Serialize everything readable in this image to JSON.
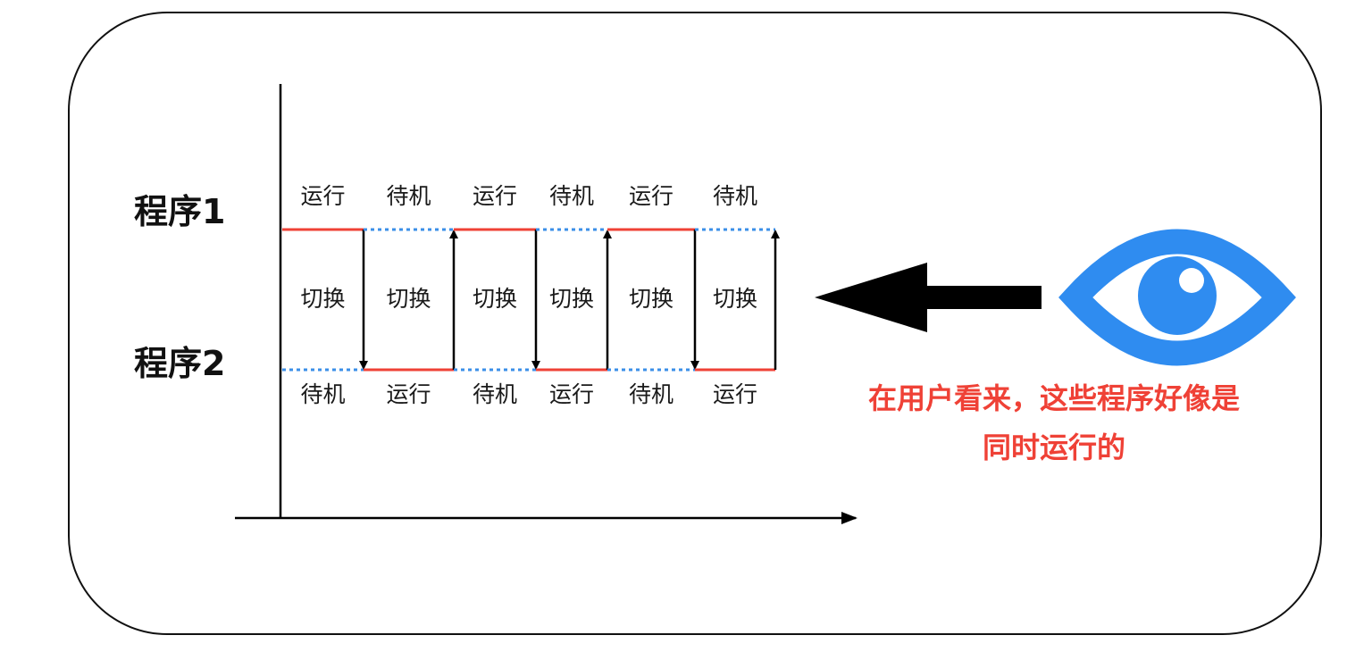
{
  "colors": {
    "run": "#ef4136",
    "idle": "#3b8fe8",
    "eye": "#2f8cf0",
    "caption": "#ef4136",
    "ink": "#000000"
  },
  "icons": {
    "viewer": "eye-icon",
    "pointer": "left-arrow-icon"
  },
  "program_labels": {
    "p1": "程序1",
    "p2": "程序2"
  },
  "timeline": {
    "segments": [
      {
        "p1_state": "运行",
        "p2_state": "待机",
        "switch_label": "切换",
        "switch_direction": "down"
      },
      {
        "p1_state": "待机",
        "p2_state": "运行",
        "switch_label": "切换",
        "switch_direction": "up"
      },
      {
        "p1_state": "运行",
        "p2_state": "待机",
        "switch_label": "切换",
        "switch_direction": "down"
      },
      {
        "p1_state": "待机",
        "p2_state": "运行",
        "switch_label": "切换",
        "switch_direction": "up"
      },
      {
        "p1_state": "运行",
        "p2_state": "待机",
        "switch_label": "切换",
        "switch_direction": "down"
      },
      {
        "p1_state": "待机",
        "p2_state": "运行",
        "switch_label": "切换",
        "switch_direction": "up"
      }
    ]
  },
  "caption": {
    "line1": "在用户看来，这些程序好像是",
    "line2": "同时运行的"
  }
}
